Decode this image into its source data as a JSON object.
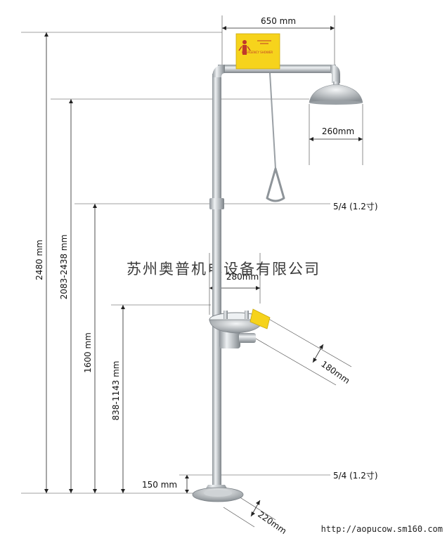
{
  "dimensions": {
    "width_top": "650 mm",
    "head_diameter": "260mm",
    "pipe_upper": "5/4 (1.2寸)",
    "bowl_width": "280mm",
    "bowl_depth": "180mm",
    "pipe_lower": "5/4 (1.2寸)",
    "base_height": "150 mm",
    "base_diameter": "220mm",
    "total_height": "2480 mm",
    "head_height": "2083-2438 mm",
    "pull_height": "1600 mm",
    "bowl_height": "838-1143 mm"
  },
  "watermark": "苏州奥普机电设备有限公司",
  "url": "http://aopucow.sm160.com",
  "sign": {
    "text": "EMERGENCY SHOWER"
  },
  "colors": {
    "sign": "#f6d31c",
    "steel": "#b9bec2",
    "line": "#222222"
  }
}
